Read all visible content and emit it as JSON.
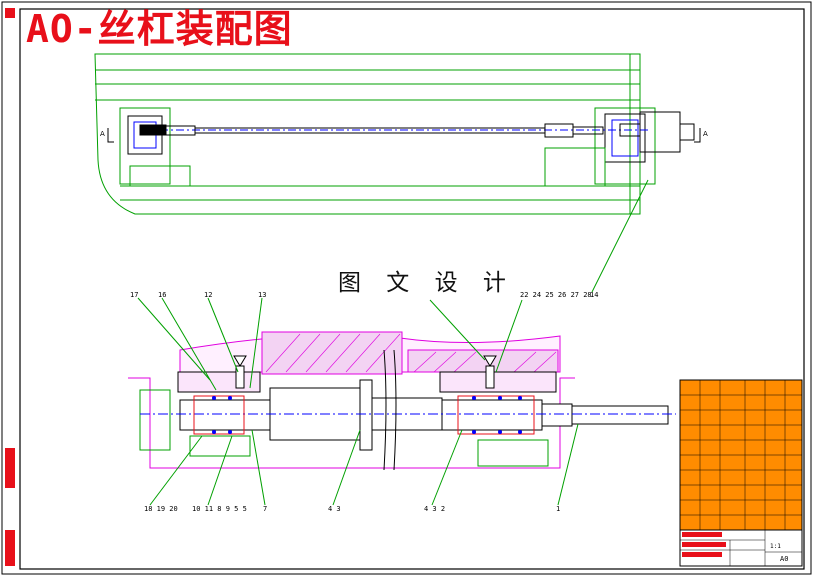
{
  "drawing": {
    "title": "AO-丝杠装配图",
    "watermark": "图 文 设 计"
  },
  "balloons": {
    "upper": [
      "17",
      "16",
      "12",
      "13",
      "22 24 25 26 27 28"
    ],
    "lower": [
      "18 19 20",
      "10 11 8 9 5 5",
      "7",
      "4 3",
      "4 3 2",
      "1"
    ],
    "section_top": "14"
  },
  "title_block": {
    "scale": "1:1",
    "sheet_label": "A0"
  },
  "colors": {
    "frame": "#000000",
    "outline": "#00a000",
    "part": "#e000e0",
    "red": "#e8101a",
    "blue": "#0000ff",
    "title_block_fill": "#ff8c00"
  }
}
